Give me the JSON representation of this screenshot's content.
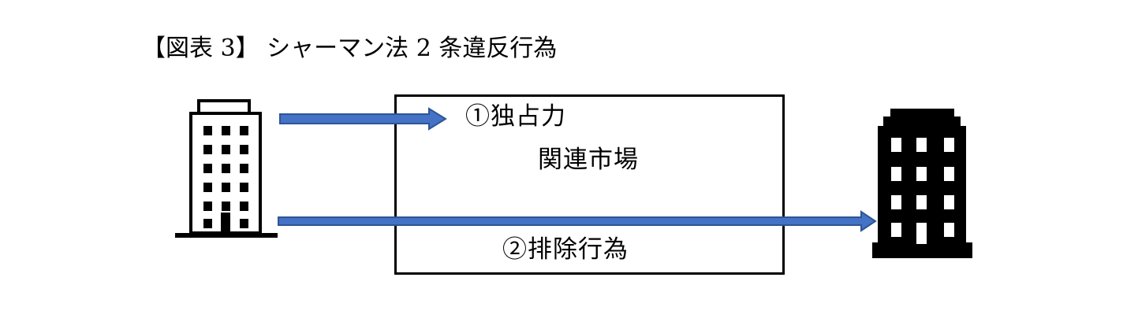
{
  "figure": {
    "title": "【図表 3】 シャーマン法 2 条違反行為"
  },
  "diagram": {
    "market_box": {
      "monopoly_label": "①独占力",
      "market_label": "関連市場",
      "exclusion_label": "②排除行為"
    },
    "icons": {
      "left_building": "outlined-office-building-icon",
      "right_building": "solid-office-building-icon"
    },
    "arrows": {
      "monopoly_arrow": "short-right-block-arrow",
      "exclusion_arrow": "long-right-block-arrow"
    }
  },
  "colors": {
    "arrow_fill": "#4472C4",
    "arrow_outline": "#2F5496",
    "box_border": "#000000",
    "text": "#000000",
    "background": "#FFFFFF"
  }
}
